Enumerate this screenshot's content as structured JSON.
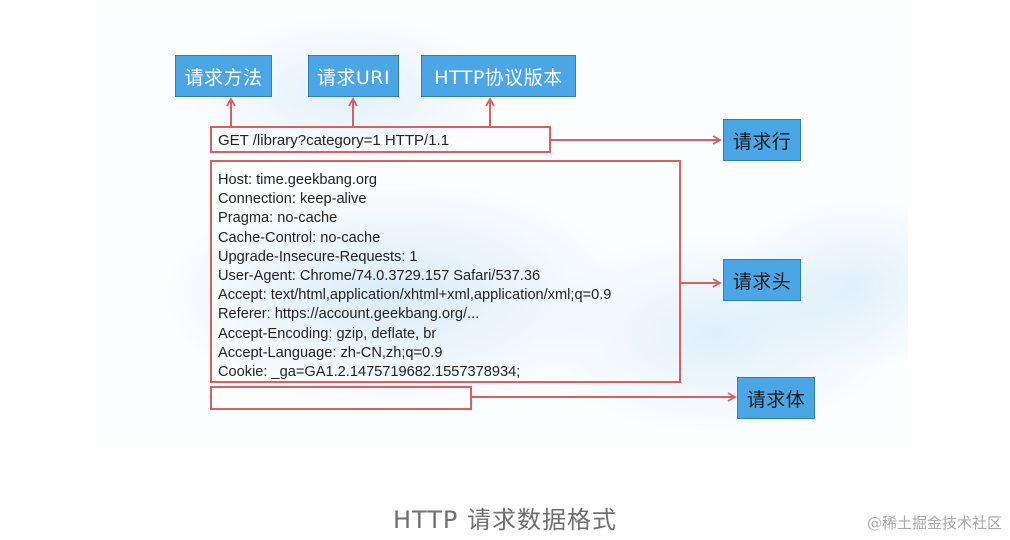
{
  "diagram": {
    "top_labels": [
      {
        "label": "请求方法"
      },
      {
        "label": "请求URI"
      },
      {
        "label": "HTTP协议版本"
      }
    ],
    "request_line": "GET /library?category=1 HTTP/1.1",
    "headers": [
      "Host: time.geekbang.org",
      "Connection: keep-alive",
      "Pragma: no-cache",
      "Cache-Control: no-cache",
      "Upgrade-Insecure-Requests: 1",
      "User-Agent: Chrome/74.0.3729.157 Safari/537.36",
      "Accept: text/html,application/xhtml+xml,application/xml;q=0.9",
      "Referer: https://account.geekbang.org/...",
      "Accept-Encoding: gzip, deflate, br",
      "Accept-Language: zh-CN,zh;q=0.9",
      "Cookie: _ga=GA1.2.1475719682.1557378934;"
    ],
    "body": "",
    "side_labels": {
      "request_line": "请求行",
      "request_headers": "请求头",
      "request_body": "请求体"
    },
    "colors": {
      "label_box": "#4aa6e4",
      "outline": "#d9605f",
      "arrow": "#d9605f"
    }
  },
  "caption": "HTTP 请求数据格式",
  "watermark": "@稀土掘金技术社区"
}
